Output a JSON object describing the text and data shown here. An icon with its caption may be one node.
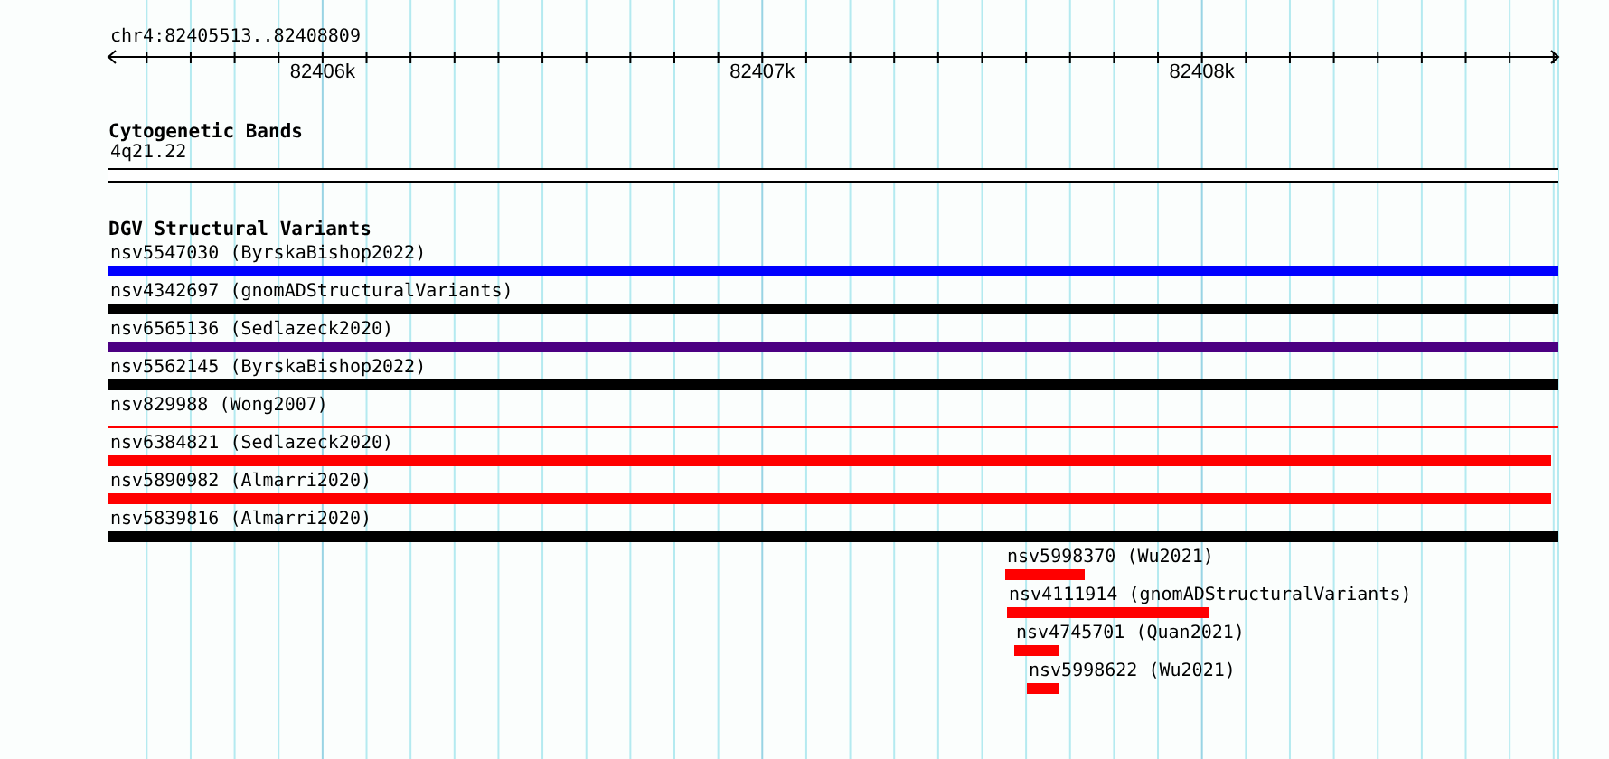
{
  "diagram": {
    "nodes": [
      {
        "text": [
          "4q21.22"
        ]
      },
      {
        "text": [
          "nsv5547030 (ByrskaBishop2022)"
        ]
      },
      {
        "text": [
          "nsv4342697 (gnomADStructuralVariants)"
        ]
      },
      {
        "text": [
          "nsv6565136 (Sedlazeck2020)"
        ]
      },
      {
        "text": [
          "nsv5562145 (ByrskaBishop2022)"
        ]
      },
      {
        "text": [
          "nsv829988 (Wong2007)"
        ]
      },
      {
        "text": [
          "nsv6384821 (Sedlazeck2020)"
        ]
      },
      {
        "text": [
          "nsv5890982 (Almarri2020)"
        ]
      },
      {
        "text": [
          "nsv5839816 (Almarri2020)"
        ]
      },
      {
        "text": [
          "nsv5998370 (Wu2021)"
        ]
      },
      {
        "text": [
          "nsv4111914 (gnomADStructuralVariants)"
        ]
      },
      {
        "text": [
          "nsv4745701 (Quan2021)"
        ]
      },
      {
        "text": [
          "nsv5998622 (Wu2021)"
        ]
      }
    ],
    "labels": [
      "chr4:82405513..82408809",
      "82406k",
      "82407k",
      "82408k",
      "Cytogenetic Bands",
      "DGV Structural Variants"
    ]
  }
}
